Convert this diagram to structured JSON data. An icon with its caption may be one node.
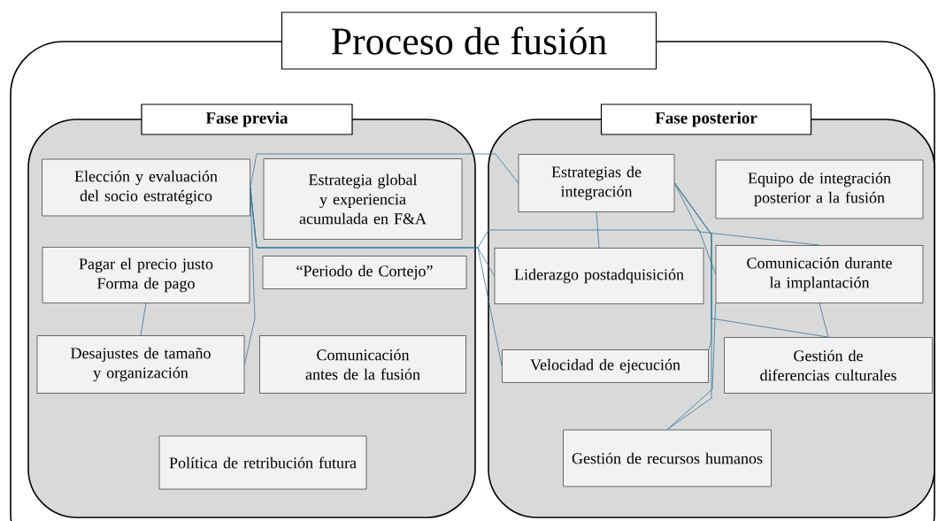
{
  "diagram": {
    "nodes": [
      {
        "text": [
          "Proceso de fusión"
        ]
      },
      {
        "text": [
          "Fase previa"
        ],
        "in": 0
      },
      {
        "text": [
          "Elección y evaluación del socio estratégico"
        ],
        "in": 1
      },
      {
        "text": [
          "Estrategia global y experiencia acumulada en F&A"
        ],
        "in": 1
      },
      {
        "text": [
          "Pagar el precio justo Forma de pago"
        ],
        "in": 1
      },
      {
        "text": [
          "“Periodo de Cortejo”"
        ],
        "in": 1
      },
      {
        "text": [
          "Desajustes de tamaño y organización"
        ],
        "in": 1
      },
      {
        "text": [
          "Comunicación antes de la fusión"
        ],
        "in": 1
      },
      {
        "text": [
          "Política de retribución futura"
        ],
        "in": 1
      },
      {
        "text": [
          "Fase posterior"
        ],
        "in": 0
      },
      {
        "text": [
          "Estrategias de integración"
        ],
        "in": 9
      },
      {
        "text": [
          "Equipo de integración posterior a la fusión"
        ],
        "in": 9
      },
      {
        "text": [
          "Liderazgo postadquisición"
        ],
        "in": 9
      },
      {
        "text": [
          "Comunicación durante la implantación"
        ],
        "in": 9
      },
      {
        "text": [
          "Velocidad de ejecución"
        ],
        "in": 9
      },
      {
        "text": [
          "Gestión de diferencias culturales"
        ],
        "in": 9
      },
      {
        "text": [
          "Gestión de recursos humanos"
        ],
        "in": 9
      }
    ],
    "edges": [
      {
        "from": 2,
        "to": 10,
        "arrow": "none"
      },
      {
        "from": 2,
        "to": 6,
        "arrow": "none"
      },
      {
        "from": 2,
        "to": 12,
        "arrow": "none"
      },
      {
        "from": 2,
        "to": 13,
        "arrow": "none"
      },
      {
        "from": 2,
        "to": 14,
        "arrow": "none"
      },
      {
        "from": 4,
        "to": 6,
        "arrow": "none"
      },
      {
        "from": 10,
        "to": 12,
        "arrow": "none"
      },
      {
        "from": 10,
        "to": 14,
        "arrow": "none"
      },
      {
        "from": 10,
        "to": 16,
        "arrow": "none"
      },
      {
        "from": 10,
        "to": 13,
        "arrow": "none"
      },
      {
        "from": 10,
        "to": 15,
        "arrow": "none"
      },
      {
        "from": 13,
        "to": 16,
        "arrow": "none"
      },
      {
        "from": 13,
        "to": 15,
        "arrow": "none"
      }
    ]
  }
}
